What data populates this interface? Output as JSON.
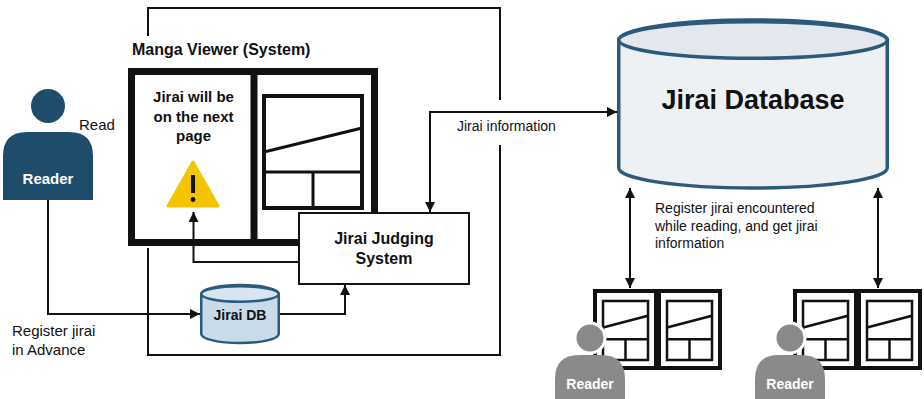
{
  "diagram": {
    "nodes": [
      {
        "text": [
          "Reader"
        ]
      },
      {
        "text": [
          "Manga Viewer (System)"
        ]
      },
      {
        "text": [
          "Jirai will be on the next page"
        ],
        "in": 1
      },
      {
        "text": [
          "Jirai Judging System"
        ],
        "in": 1
      },
      {
        "text": [
          "Jirai DB"
        ],
        "in": 1
      },
      {
        "text": [
          "Jirai Database"
        ]
      },
      {
        "text": [
          "Reader"
        ]
      },
      {
        "text": [
          "Reader"
        ]
      }
    ],
    "edges": [
      {
        "from": 0,
        "to": 4,
        "arrow": "to"
      },
      {
        "from": 4,
        "to": 3,
        "arrow": "to"
      },
      {
        "from": 3,
        "to": 2,
        "arrow": "to"
      },
      {
        "from": 3,
        "to": 5,
        "arrow": "both",
        "label": "Jirai information"
      },
      {
        "from": 5,
        "to": 6,
        "arrow": "both"
      },
      {
        "from": 5,
        "to": 7,
        "arrow": "both"
      }
    ],
    "labels": [
      "Read",
      "Register jirai in Advance",
      "Register jirai encountered while reading, and get jirai information"
    ]
  }
}
